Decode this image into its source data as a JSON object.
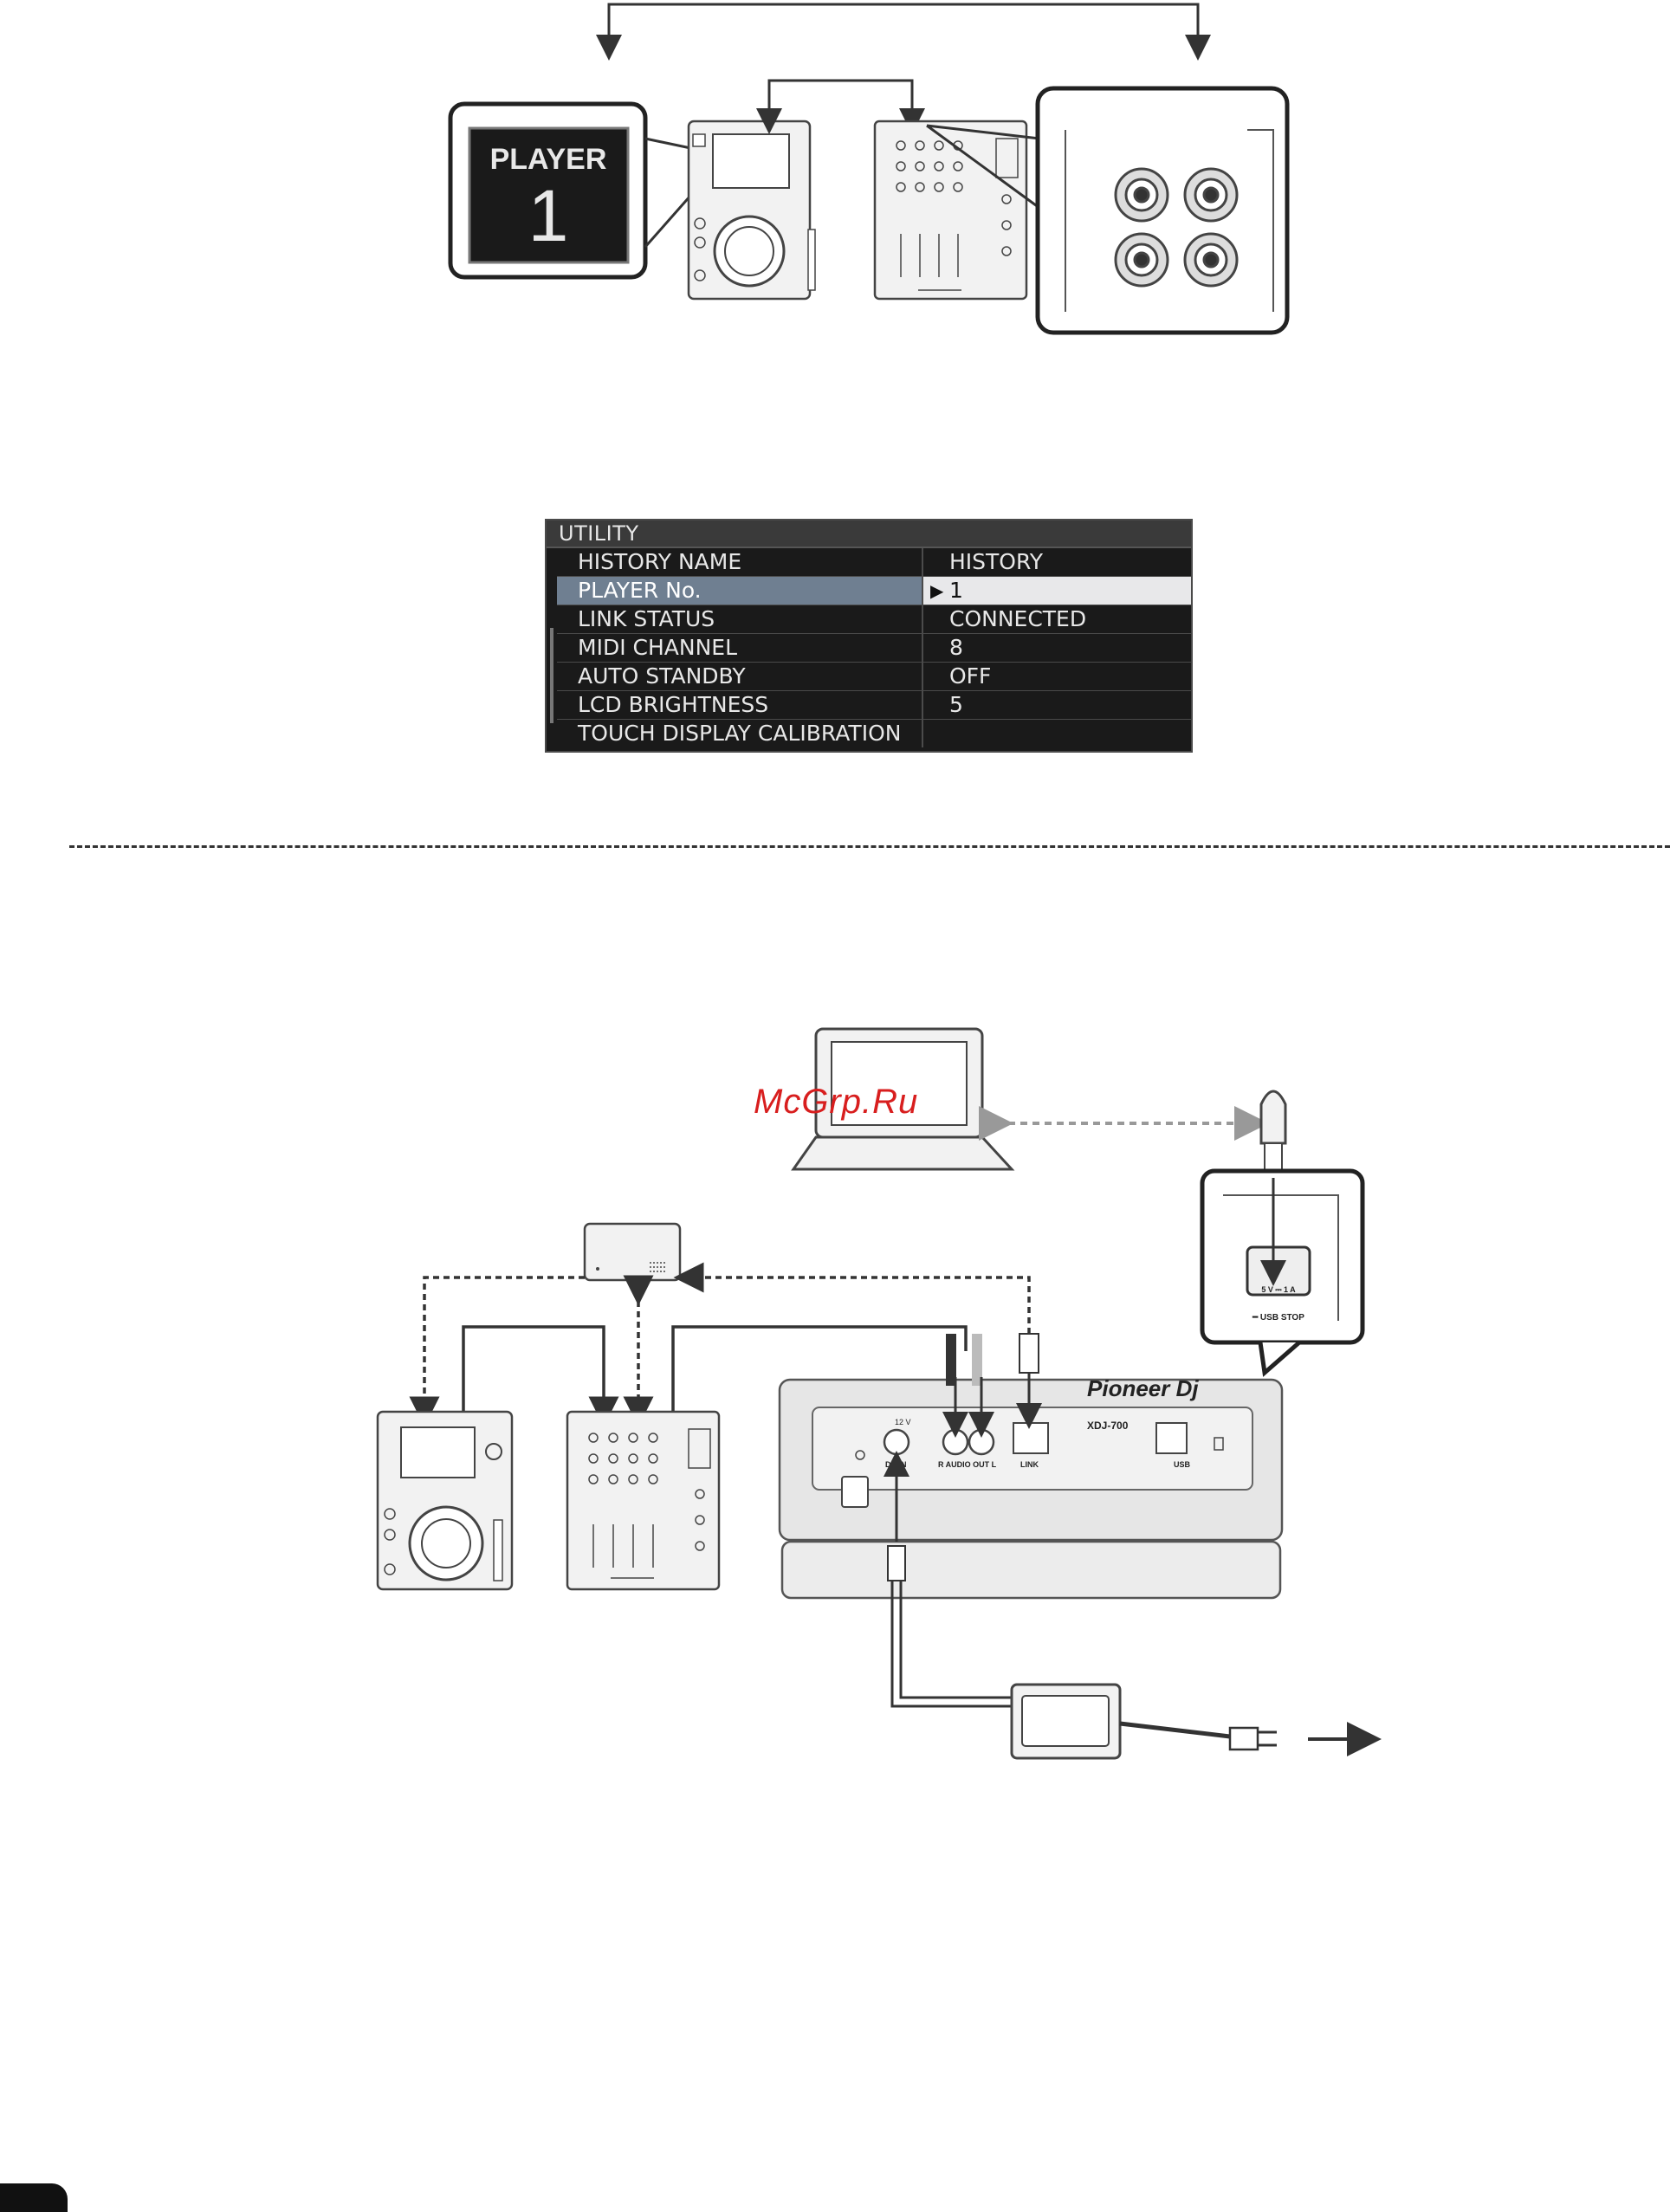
{
  "player_display": {
    "line1": "PLAYER",
    "line2": "1"
  },
  "utility": {
    "title": "UTILITY",
    "rows": [
      {
        "name": "HISTORY NAME",
        "value": "HISTORY"
      },
      {
        "name": "PLAYER No.",
        "value": "1",
        "selected": true
      },
      {
        "name": "LINK STATUS",
        "value": "CONNECTED"
      },
      {
        "name": "MIDI CHANNEL",
        "value": "8"
      },
      {
        "name": "AUTO STANDBY",
        "value": "OFF"
      },
      {
        "name": "LCD BRIGHTNESS",
        "value": "5"
      },
      {
        "name": "TOUCH DISPLAY CALIBRATION",
        "value": ""
      }
    ]
  },
  "watermark": "McGrp.Ru",
  "rear_panel": {
    "brand": "Pioneer Dj",
    "model": "XDJ-700",
    "dc_rating": "12 V",
    "dc_in": "DC IN",
    "audio_out": "R   AUDIO OUT   L",
    "link": "LINK",
    "usb": "USB",
    "usb_rating": "5 V ⎓ 1 A",
    "usb_stop": "━ USB STOP"
  },
  "colors": {
    "line": "#333333",
    "panel": "#e6e6e6",
    "screen": "#1a1a1a",
    "accent": "#6f7f91"
  }
}
